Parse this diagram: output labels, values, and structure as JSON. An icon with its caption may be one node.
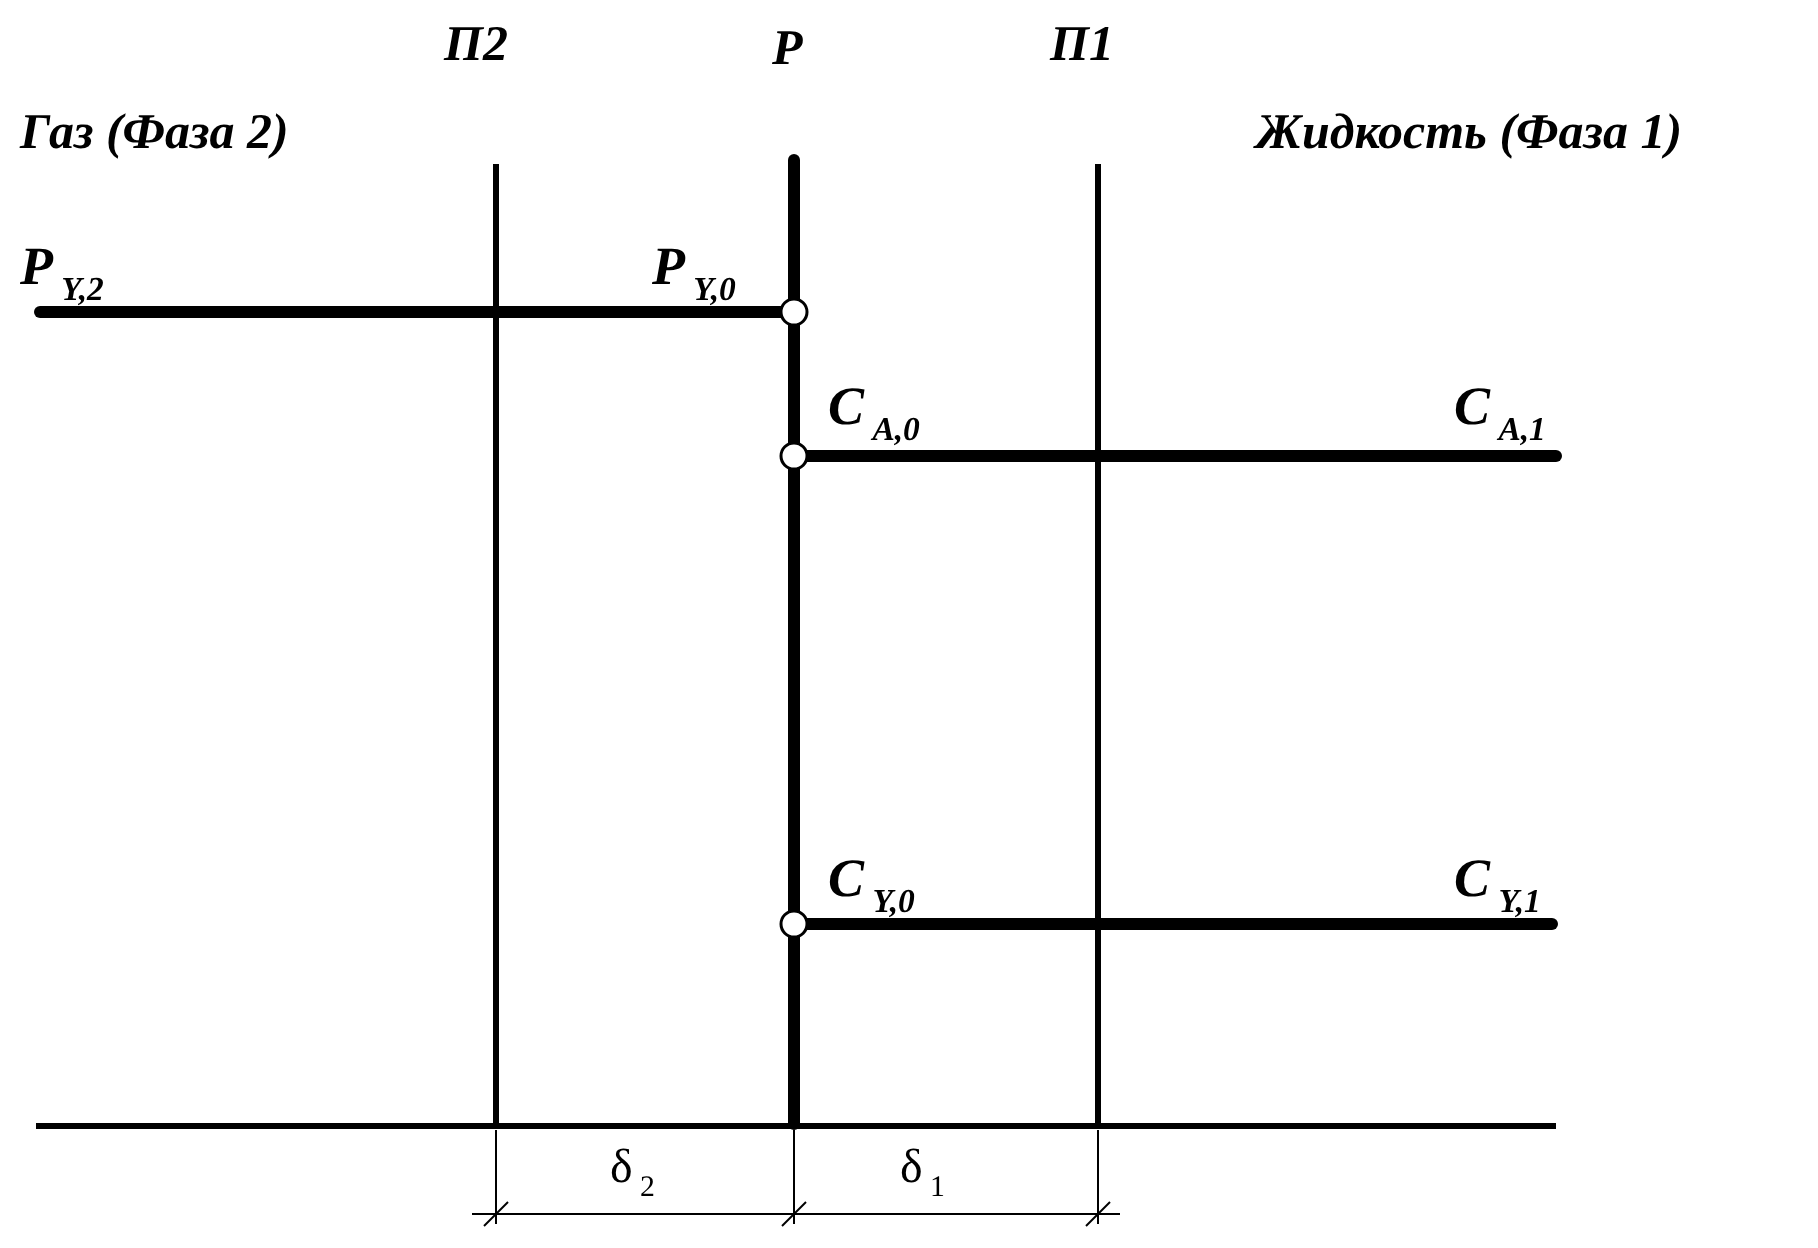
{
  "diagram": {
    "labels": [
      "П2",
      "P",
      "П1",
      "Газ (Фаза 2)",
      "Жидкость (Фаза 1)",
      "P$_{Y,2}$",
      "P$_{Y,0}$",
      "C$_{A,0}$",
      "C$_{A,1}$",
      "C$_{Y,0}$",
      "C$_{Y,1}$",
      "δ$_{2}$",
      "δ$_{1}$"
    ]
  }
}
